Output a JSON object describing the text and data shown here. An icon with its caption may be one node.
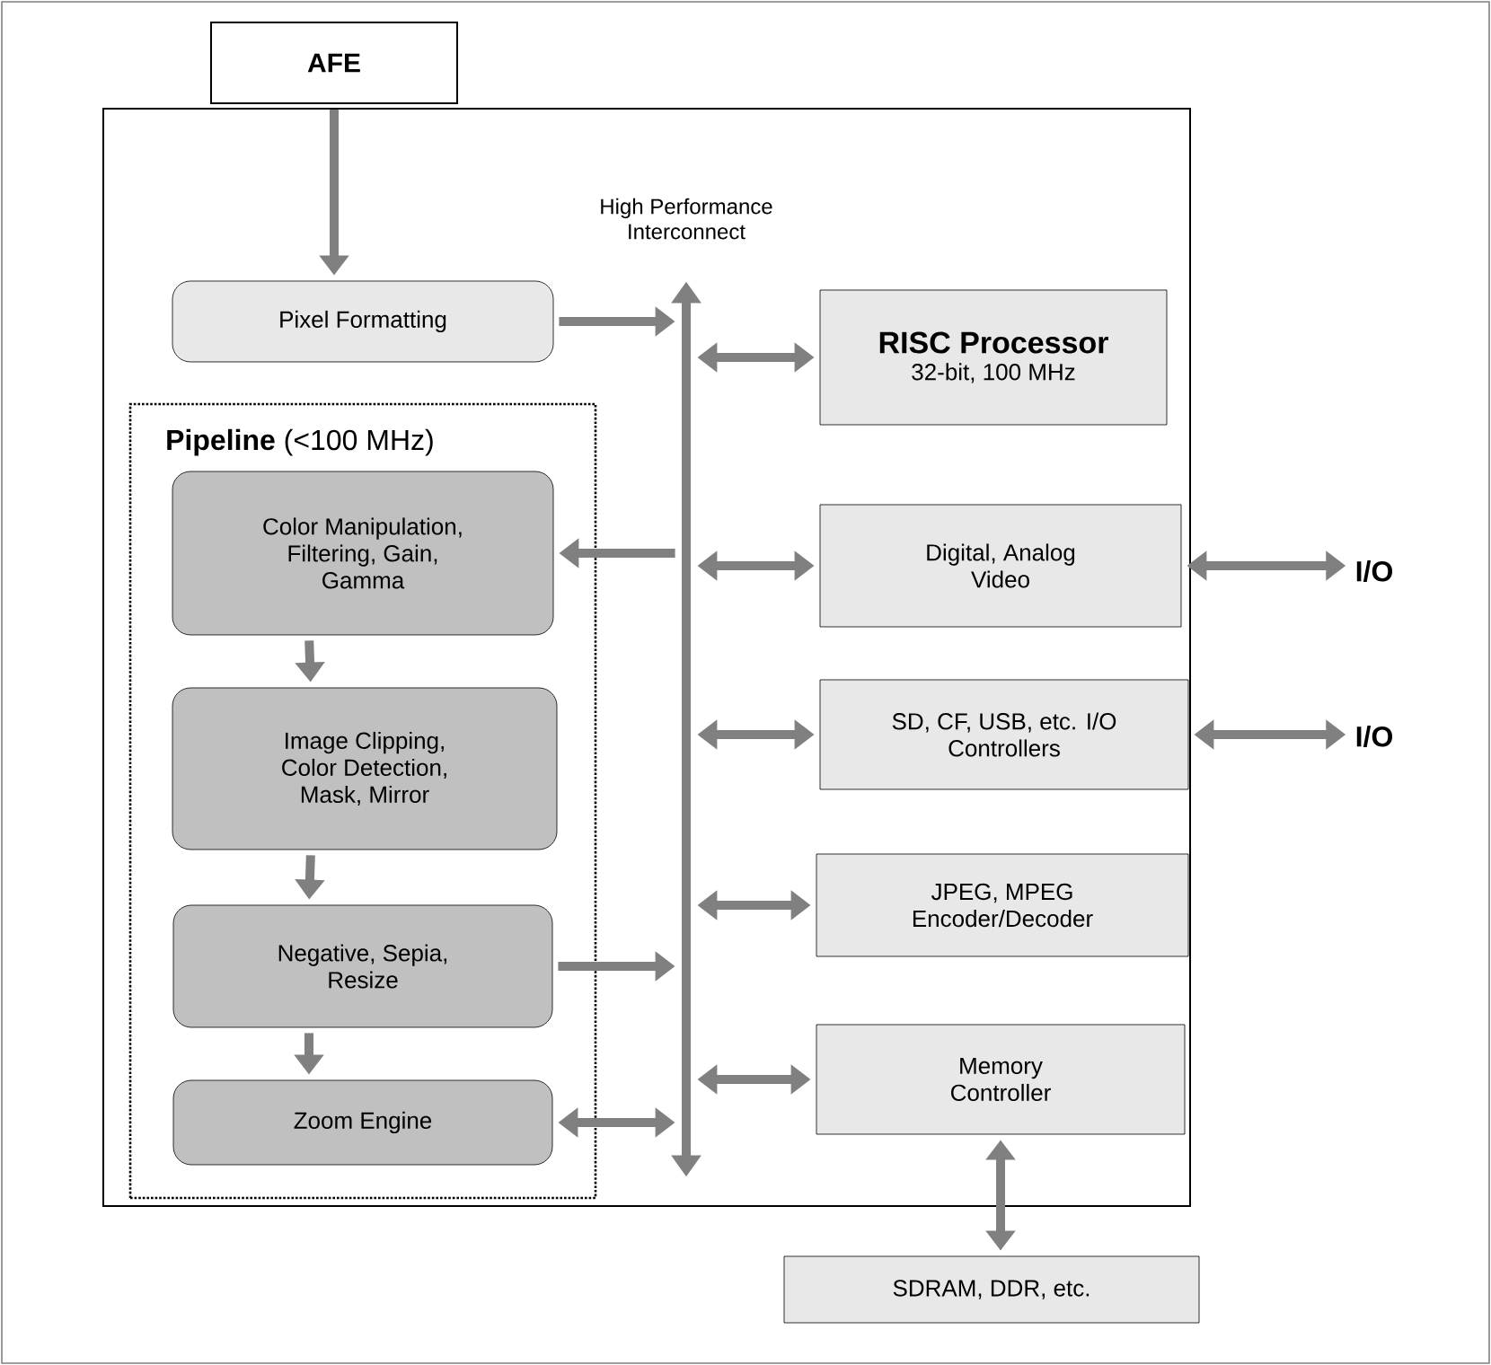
{
  "diagram": {
    "nodes": [
      {
        "text": [],
        "shape": "box"
      },
      {
        "text": [
          "AFE"
        ]
      },
      {
        "text": [
          "Pixel Formatting"
        ],
        "in": 0
      },
      {
        "text": [
          "**Pipeline** (<100 MHz)"
        ],
        "in": 0
      },
      {
        "text": [
          "Color Manipulation, Filtering, Gain, Gamma"
        ],
        "in": 3
      },
      {
        "text": [
          "Image Clipping, Color Detection, Mask, Mirror"
        ],
        "in": 3
      },
      {
        "text": [
          "Negative, Sepia, Resize"
        ],
        "in": 3
      },
      {
        "text": [
          "Zoom Engine"
        ],
        "in": 3
      },
      {
        "text": [
          "High Performance Interconnect"
        ],
        "in": 0
      },
      {
        "text": [
          "RISC Processor",
          "32-bit, 100 MHz"
        ],
        "in": 0
      },
      {
        "text": [
          "Digital, Analog Video"
        ],
        "in": 0
      },
      {
        "text": [
          "SD, CF, USB, etc. I/O Controllers"
        ],
        "in": 0
      },
      {
        "text": [
          "JPEG, MPEG Encoder/Decoder"
        ],
        "in": 0
      },
      {
        "text": [
          "Memory Controller"
        ],
        "in": 0
      },
      {
        "text": [
          "SDRAM, DDR, etc."
        ]
      },
      {
        "text": [
          "I/O"
        ]
      },
      {
        "text": [
          "I/O"
        ]
      }
    ],
    "edges": [
      {
        "from": 1,
        "to": 2,
        "arrow": "to"
      },
      {
        "from": 2,
        "to": 8,
        "arrow": "to"
      },
      {
        "from": 8,
        "to": 4,
        "arrow": "to"
      },
      {
        "from": 4,
        "to": 5,
        "arrow": "to"
      },
      {
        "from": 5,
        "to": 6,
        "arrow": "to"
      },
      {
        "from": 6,
        "to": 8,
        "arrow": "to"
      },
      {
        "from": 6,
        "to": 7,
        "arrow": "to"
      },
      {
        "from": 7,
        "to": 8,
        "arrow": "both"
      },
      {
        "from": 8,
        "to": 9,
        "arrow": "both"
      },
      {
        "from": 8,
        "to": 10,
        "arrow": "both"
      },
      {
        "from": 8,
        "to": 11,
        "arrow": "both"
      },
      {
        "from": 8,
        "to": 12,
        "arrow": "both"
      },
      {
        "from": 8,
        "to": 13,
        "arrow": "both"
      },
      {
        "from": 10,
        "to": 15,
        "arrow": "both"
      },
      {
        "from": 11,
        "to": 16,
        "arrow": "both"
      },
      {
        "from": 13,
        "to": 14,
        "arrow": "both"
      }
    ]
  }
}
